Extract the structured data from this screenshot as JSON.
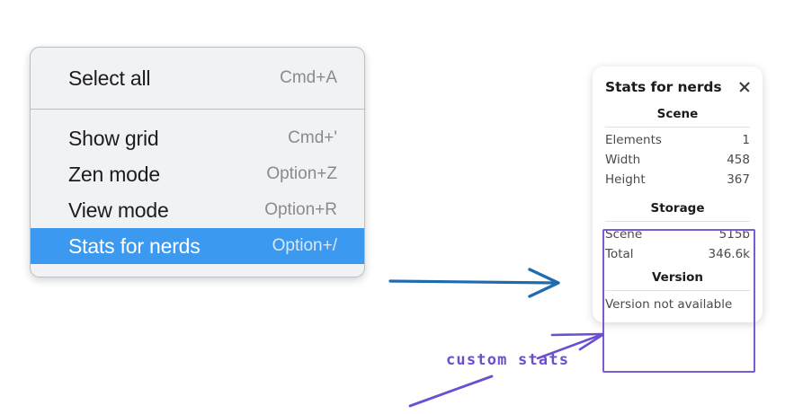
{
  "context_menu": {
    "name": "canvas-context-menu",
    "sections": [
      {
        "items": [
          {
            "label": "Select all",
            "shortcut": "Cmd+A",
            "selected": false
          }
        ]
      },
      {
        "items": [
          {
            "label": "Show grid",
            "shortcut": "Cmd+'",
            "selected": false
          },
          {
            "label": "Zen mode",
            "shortcut": "Option+Z",
            "selected": false
          },
          {
            "label": "View mode",
            "shortcut": "Option+R",
            "selected": false
          },
          {
            "label": "Stats for nerds",
            "shortcut": "Option+/",
            "selected": true
          }
        ]
      }
    ],
    "highlight_color": "#3b99ef"
  },
  "stats_panel": {
    "title": "Stats for nerds",
    "close_icon": "close-icon",
    "sections": [
      {
        "heading": "Scene",
        "rows": [
          {
            "key": "Elements",
            "value": "1"
          },
          {
            "key": "Width",
            "value": "458"
          },
          {
            "key": "Height",
            "value": "367"
          }
        ]
      },
      {
        "heading": "Storage",
        "rows": [
          {
            "key": "Scene",
            "value": "515b"
          },
          {
            "key": "Total",
            "value": "346.6k"
          }
        ]
      },
      {
        "heading": "Version",
        "full_row": "Version not available"
      }
    ],
    "highlight_color": "#7b5ad6"
  },
  "annotations": {
    "blue_arrow_color": "#1f6bb0",
    "purple_color": "#6b4fd0",
    "label": "custom stats"
  }
}
